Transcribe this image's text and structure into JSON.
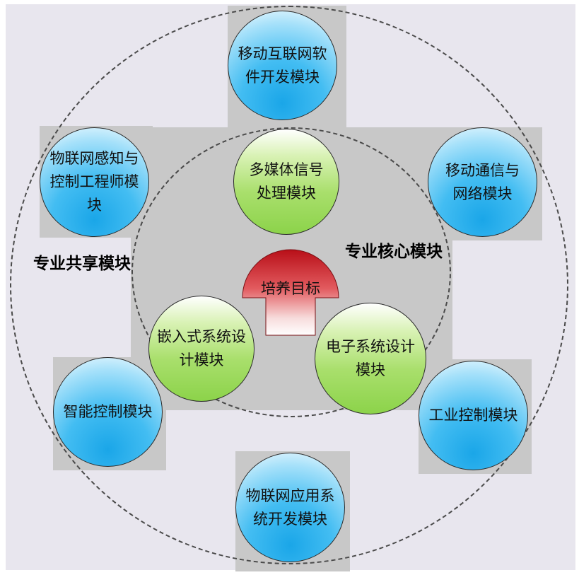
{
  "outer_ring_label": "专业共享模块",
  "inner_ring_label": "专业核心模块",
  "center": {
    "label": "培养目标",
    "color": "#c0121a"
  },
  "outer_modules": [
    {
      "id": "mobile-internet-software",
      "label": "移动互联网软件开发模块"
    },
    {
      "id": "iot-sensing-control-engineer",
      "label": "物联网感知与控制工程师模块"
    },
    {
      "id": "mobile-comm-network",
      "label": "移动通信与网络模块"
    },
    {
      "id": "intelligent-control",
      "label": "智能控制模块"
    },
    {
      "id": "industrial-control",
      "label": "工业控制模块"
    },
    {
      "id": "iot-application-system",
      "label": "物联网应用系统开发模块"
    }
  ],
  "core_modules": [
    {
      "id": "multimedia-signal",
      "label": "多媒体信号处理模块"
    },
    {
      "id": "embedded-system",
      "label": "嵌入式系统设计模块"
    },
    {
      "id": "electronic-system",
      "label": "电子系统设计模块"
    }
  ]
}
